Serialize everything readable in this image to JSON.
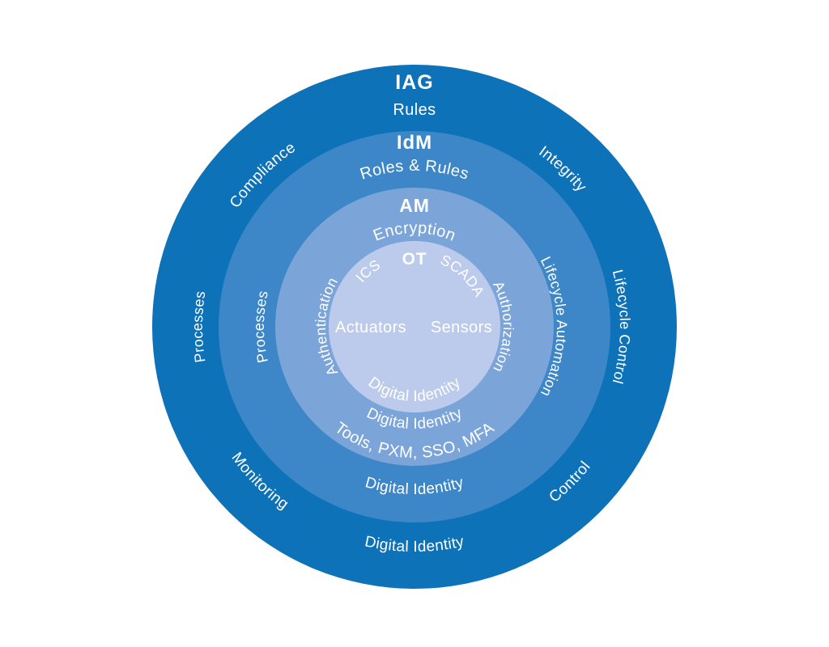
{
  "colors": {
    "background": "#ffffff",
    "ring_iag": "#0d72b8",
    "ring_idm": "#3d86c8",
    "ring_am": "#7ba4d9",
    "circle_ot": "#bccaec",
    "label_text": "#ffffff"
  },
  "rings": [
    {
      "id": "iag",
      "title": "IAG",
      "subtitle": "Rules",
      "labels": {
        "upper_left": "Compliance",
        "upper_right": "Integrity",
        "left": "Processes",
        "right": "Lifecycle Control",
        "lower_left": "Monitoring",
        "lower_right": "Control",
        "bottom": "Digital Identity"
      }
    },
    {
      "id": "idm",
      "title": "IdM",
      "subtitle": "Roles & Rules",
      "labels": {
        "left": "Processes",
        "right": "Lifecycle Automation",
        "bottom": "Digital Identity"
      }
    },
    {
      "id": "am",
      "title": "AM",
      "subtitle": "Encryption",
      "labels": {
        "left": "Authentication",
        "right": "Authorization",
        "bottom": "Digital Identity",
        "bottom_outer": "Tools, PXM, SSO, MFA"
      }
    },
    {
      "id": "ot",
      "title": "OT",
      "labels": {
        "upper_left": "ICS",
        "upper_right": "SCADA",
        "center_left": "Actuators",
        "center_right": "Sensors",
        "bottom": "Digital Identity"
      }
    }
  ]
}
